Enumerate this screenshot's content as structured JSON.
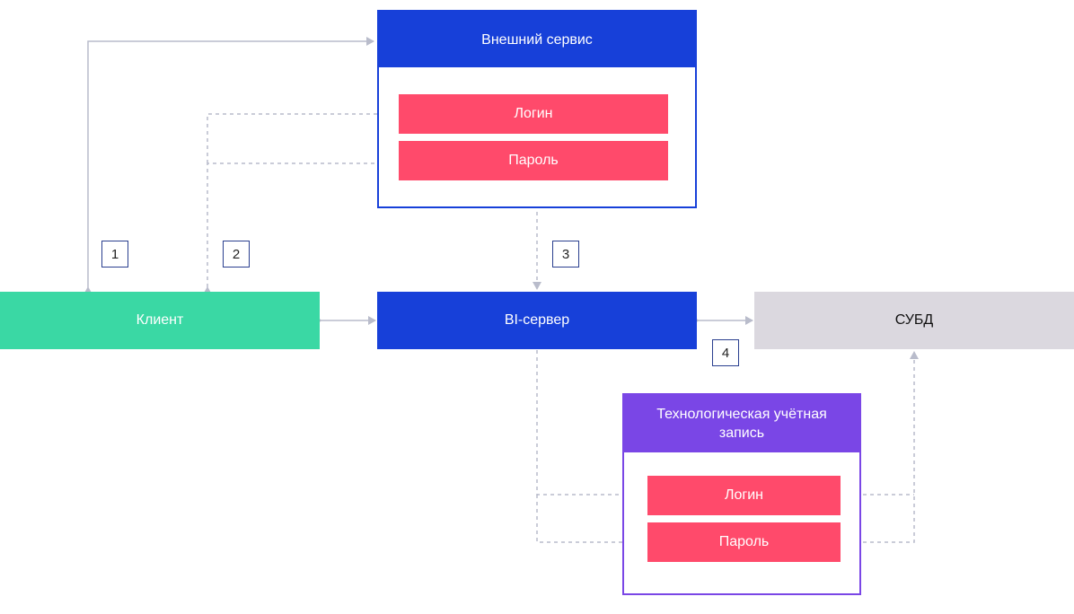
{
  "colors": {
    "blue": "#1740d9",
    "purple": "#7a46e6",
    "red": "#ff4a6b",
    "green": "#3ad8a4",
    "gray": "#dbd8df",
    "connector": "#b9bccb",
    "step_border": "#2a3f8f"
  },
  "external_service": {
    "title": "Внешний сервис",
    "login": "Логин",
    "password": "Пароль"
  },
  "tech_account": {
    "title": "Технологическая учётная запись",
    "login": "Логин",
    "password": "Пароль"
  },
  "nodes": {
    "client": "Клиент",
    "bi_server": "BI-сервер",
    "dbms": "СУБД"
  },
  "steps": [
    "1",
    "2",
    "3",
    "4"
  ]
}
